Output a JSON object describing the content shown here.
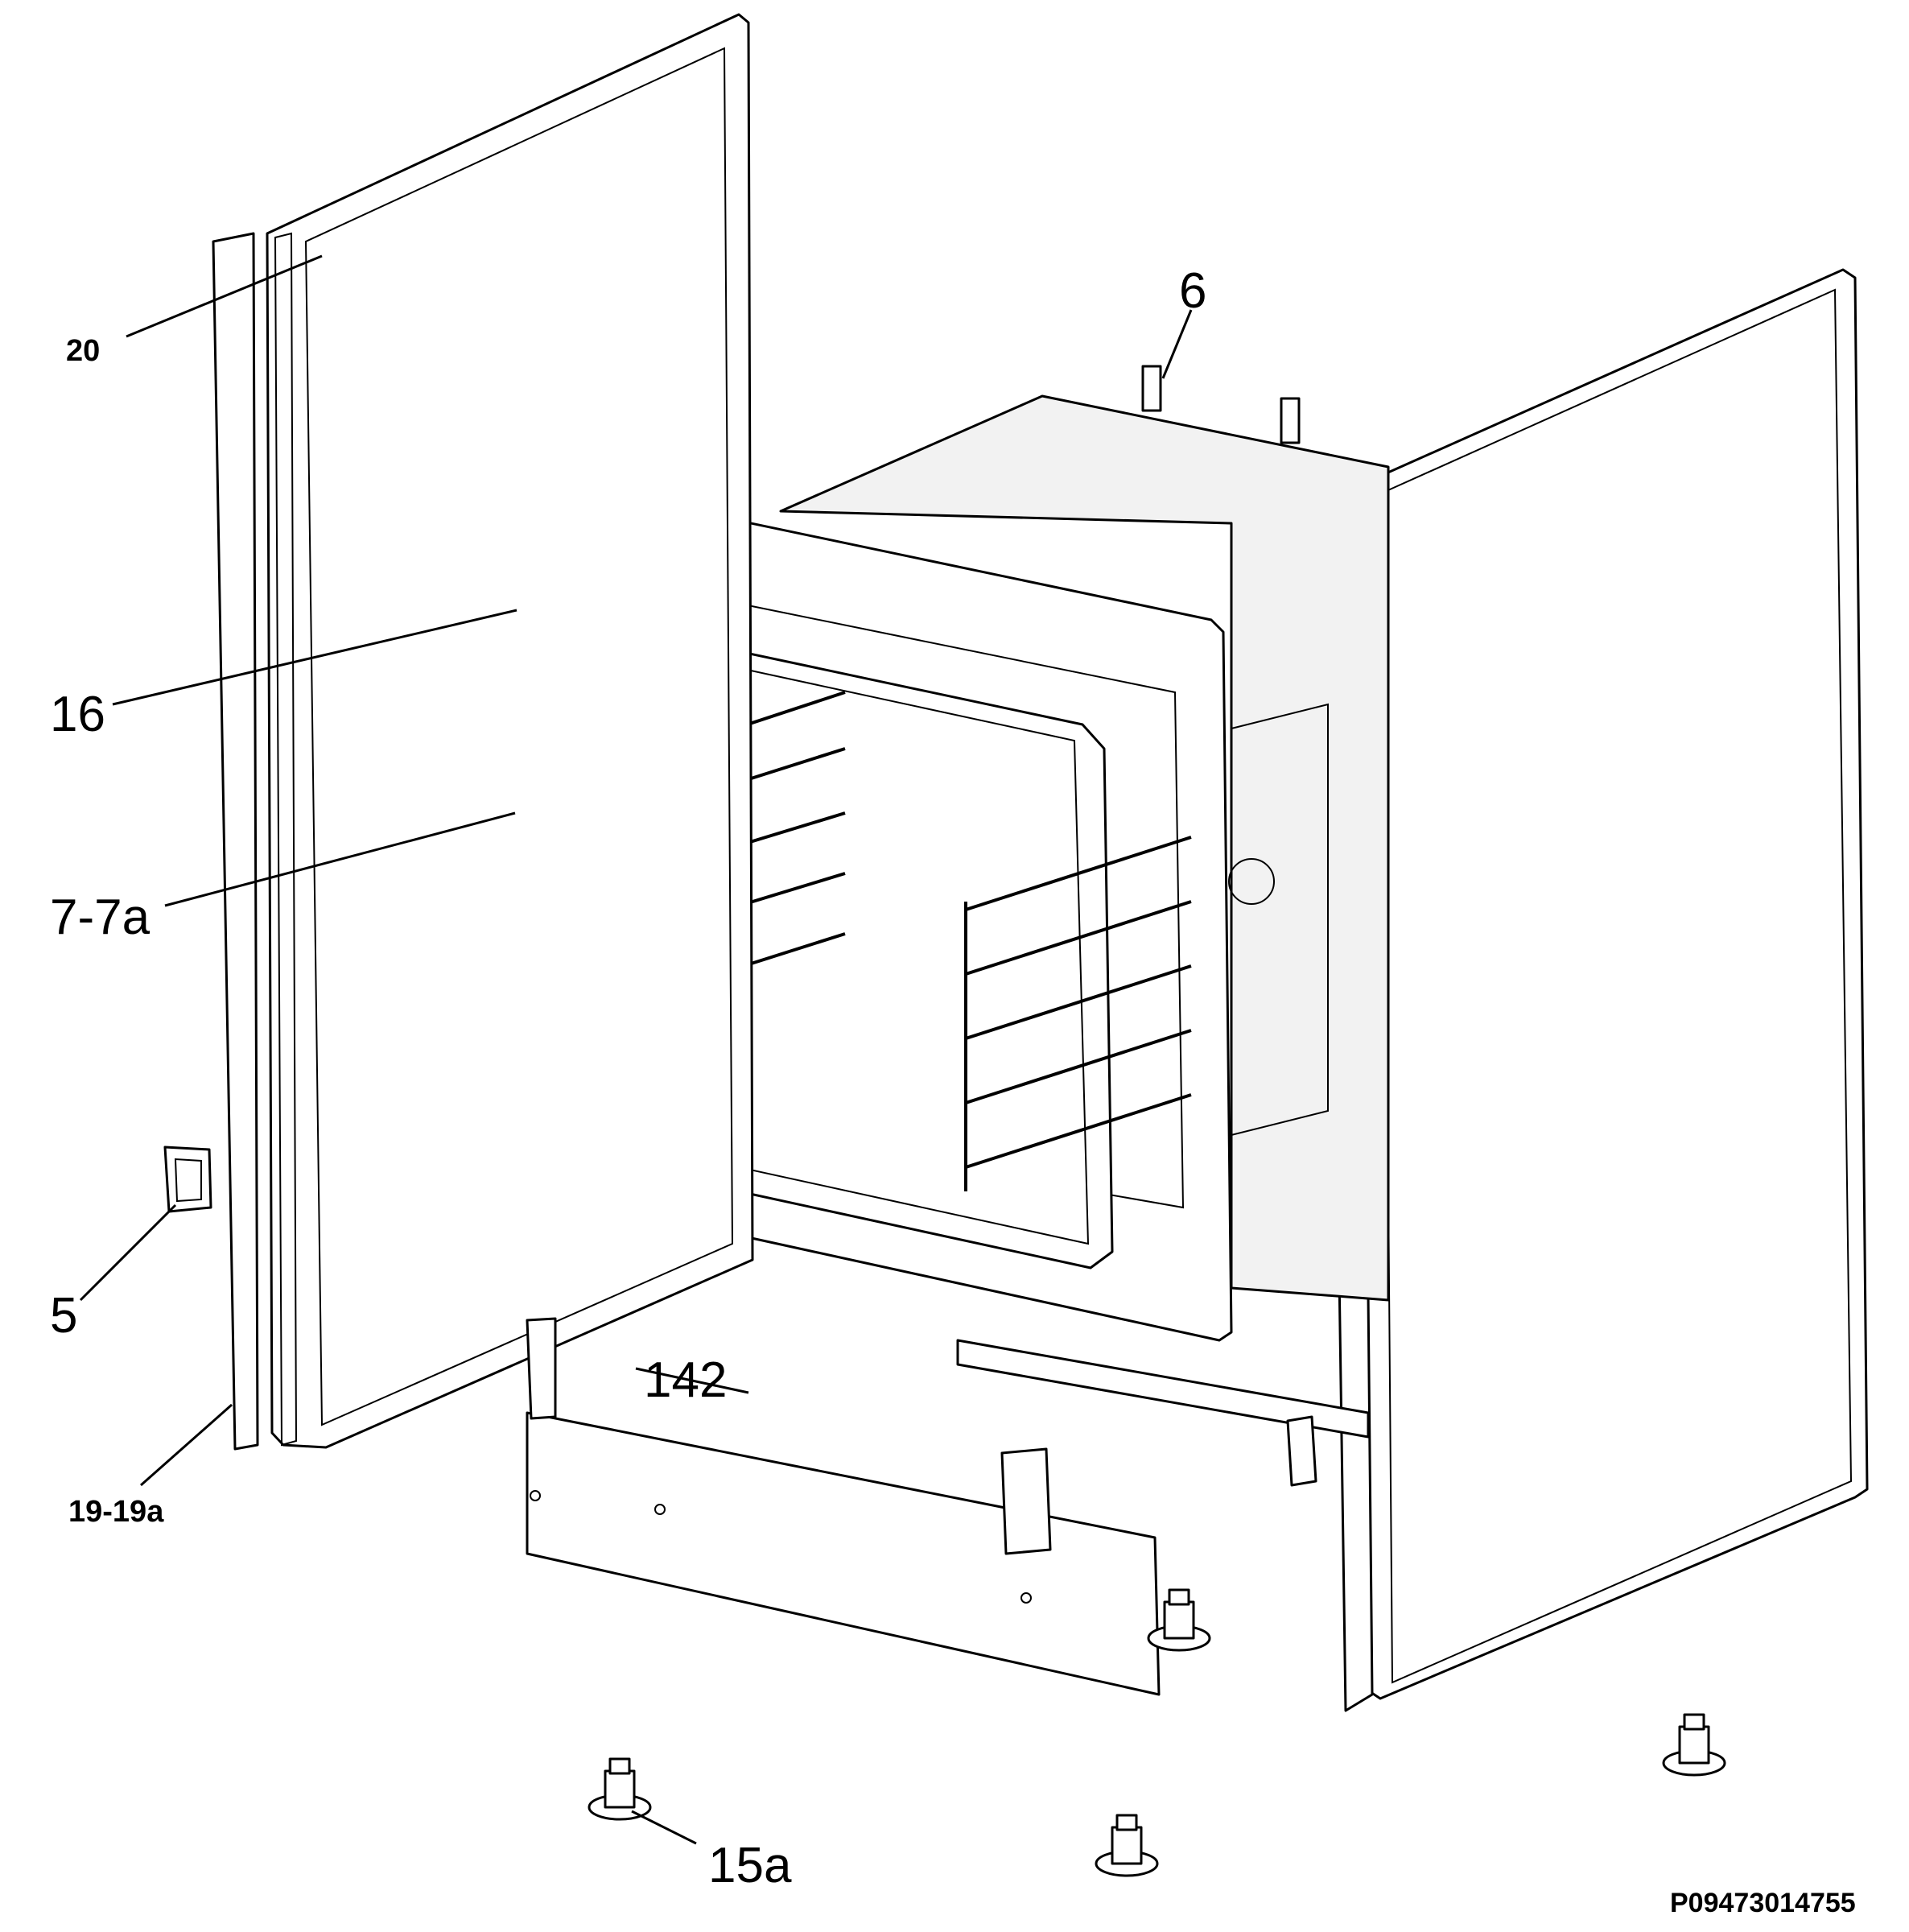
{
  "diagram": {
    "labels": {
      "l20": "20",
      "l6": "6",
      "l16": "16",
      "l77a": "7-7a",
      "l5": "5",
      "l142": "142",
      "l1919a": "19-19a",
      "l15a": "15a"
    },
    "drawing_code": "P09473014755"
  }
}
